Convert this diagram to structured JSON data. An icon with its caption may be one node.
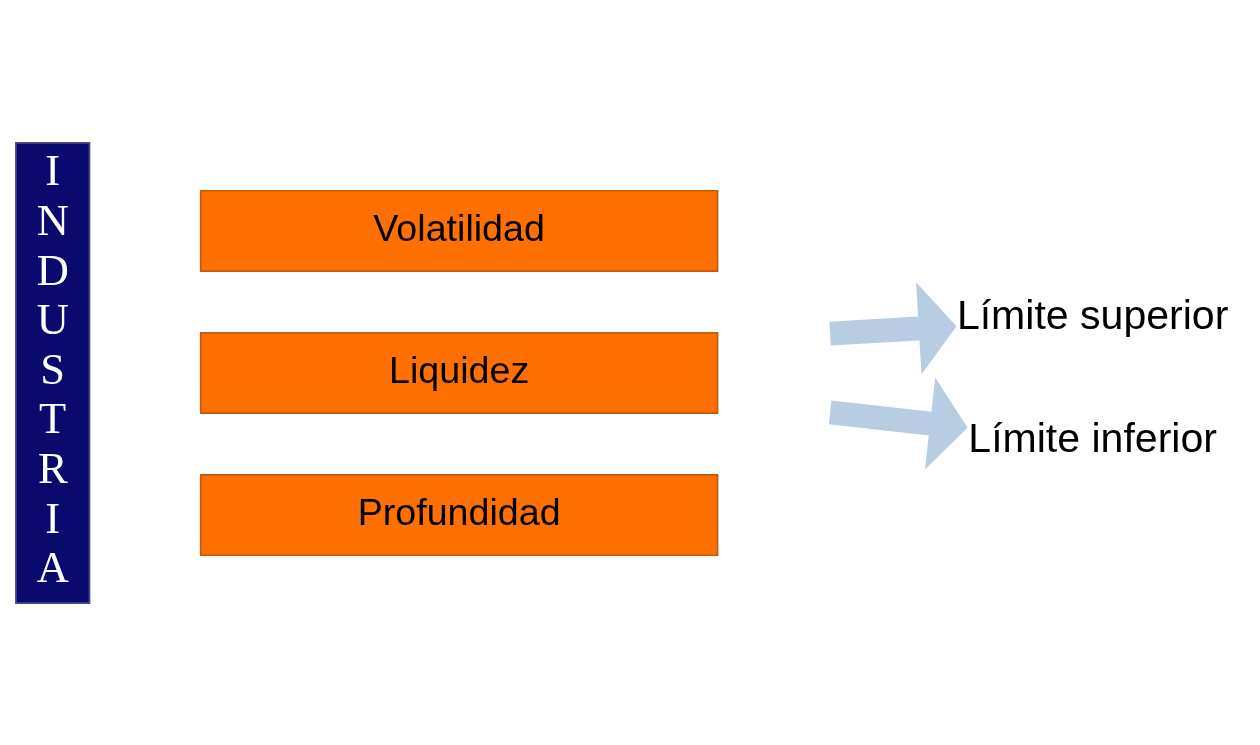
{
  "diagram": {
    "nodes": [
      {
        "text": [
          "I N D U S T R I A"
        ]
      },
      {
        "text": [
          "Volatilidad"
        ]
      },
      {
        "text": [
          "Liquidez"
        ]
      },
      {
        "text": [
          "Profundidad"
        ]
      },
      {
        "text": [
          "Límite superior"
        ]
      },
      {
        "text": [
          "Límite inferior"
        ]
      }
    ],
    "edges": [
      {
        "from": null,
        "to": 4,
        "arrow": "to"
      },
      {
        "from": null,
        "to": 5,
        "arrow": "to"
      }
    ]
  }
}
